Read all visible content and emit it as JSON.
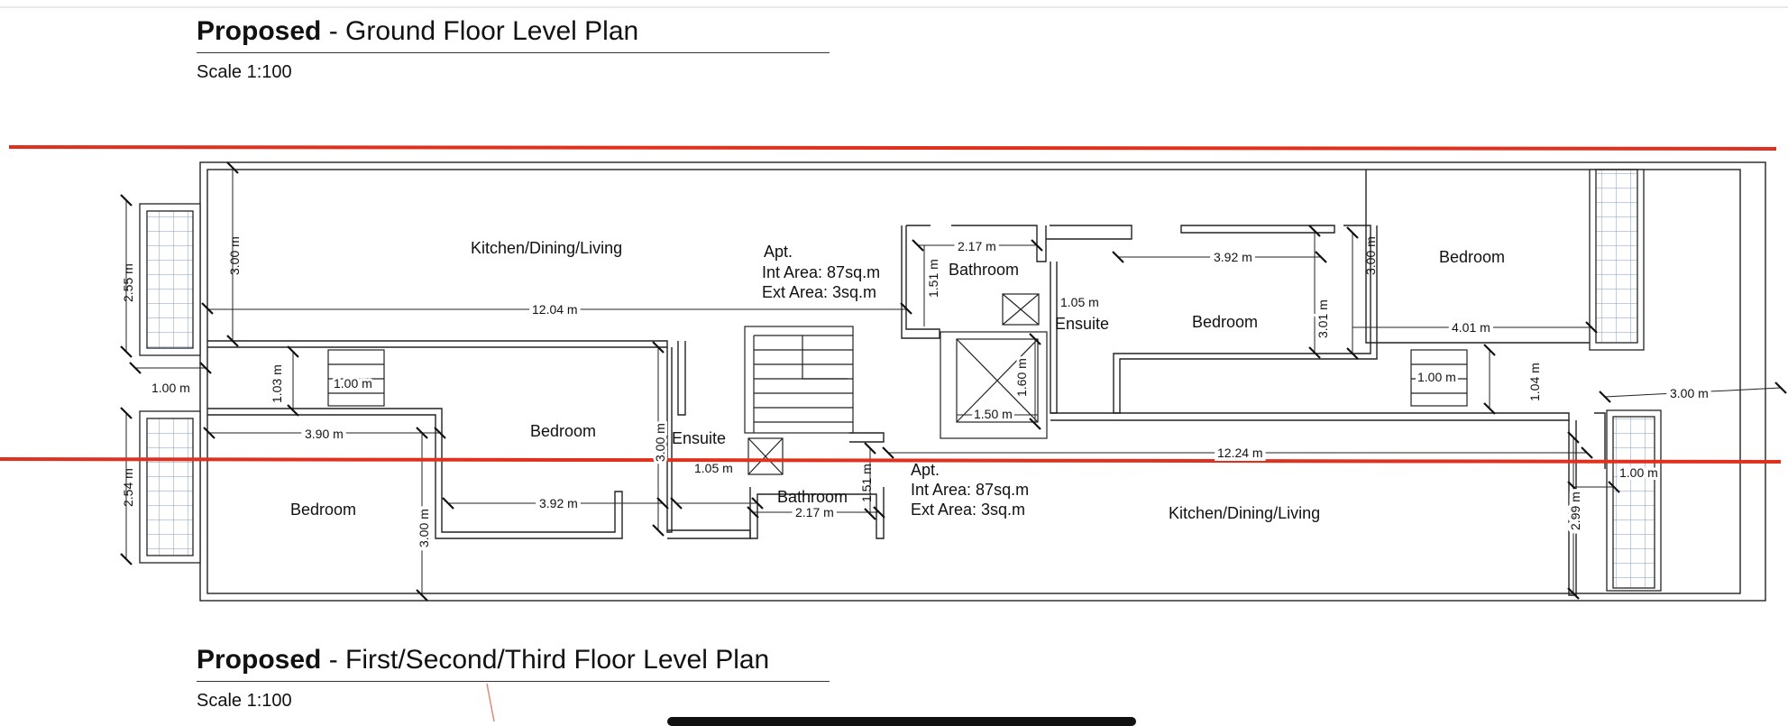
{
  "plans": [
    {
      "title_bold": "Proposed",
      "title_sep": " - ",
      "title_rest": "Ground Floor Level Plan",
      "scale": "Scale 1:100"
    },
    {
      "title_bold": "Proposed",
      "title_sep": " - ",
      "title_rest": "First/Second/Third Floor Level Plan",
      "scale": "Scale 1:100"
    }
  ],
  "rooms": {
    "upper_kitchen": "Kitchen/Dining/Living",
    "upper_apt": "Apt.",
    "upper_int_area": "Int Area: 87sq.m",
    "upper_ext_area": "Ext Area: 3sq.m",
    "upper_bathroom": "Bathroom",
    "upper_ensuite": "Ensuite",
    "upper_bedroom_mid": "Bedroom",
    "upper_bedroom_right": "Bedroom",
    "lower_bedroom_left": "Bedroom",
    "lower_bedroom_mid": "Bedroom",
    "lower_ensuite": "Ensuite",
    "lower_bathroom": "Bathroom",
    "lower_apt": "Apt.",
    "lower_int_area": "Int Area: 87sq.m",
    "lower_ext_area": "Ext Area: 3sq.m",
    "lower_kitchen": "Kitchen/Dining/Living"
  },
  "dimensions": {
    "d_2_55": "2.55 m",
    "d_3_00_kitchen": "3.00 m",
    "d_12_04": "12.04 m",
    "d_2_17_top": "2.17 m",
    "d_1_51_top": "1.51 m",
    "d_1_05_top": "1.05 m",
    "d_3_92_top": "3.92 m",
    "d_3_00_bedroom": "3.00 m",
    "d_3_01": "3.01 m",
    "d_4_01": "4.01 m",
    "d_1_00_left": "1.00 m",
    "d_1_03": "1.03 m",
    "d_1_00_stair_left": "1.00 m",
    "d_1_60": "1.60 m",
    "d_1_50": "1.50 m",
    "d_1_00_stair_right": "1.00 m",
    "d_1_04": "1.04 m",
    "d_3_00_right": "3.00 m",
    "d_3_90": "3.90 m",
    "d_3_00_ensuite": "3.00 m",
    "d_12_24": "12.24 m",
    "d_2_54": "2.54 m",
    "d_1_05_bottom": "1.05 m",
    "d_1_51_bottom": "1.51 m",
    "d_1_00_balcony_right": "1.00 m",
    "d_3_00_bedroom_left": "3.00 m",
    "d_3_92_bottom": "3.92 m",
    "d_2_17_bottom": "2.17 m",
    "d_2_99": "2.99 m"
  },
  "colors": {
    "markup_line": "#e0301e",
    "wall": "#222222",
    "tile": "#7a9cc2"
  }
}
